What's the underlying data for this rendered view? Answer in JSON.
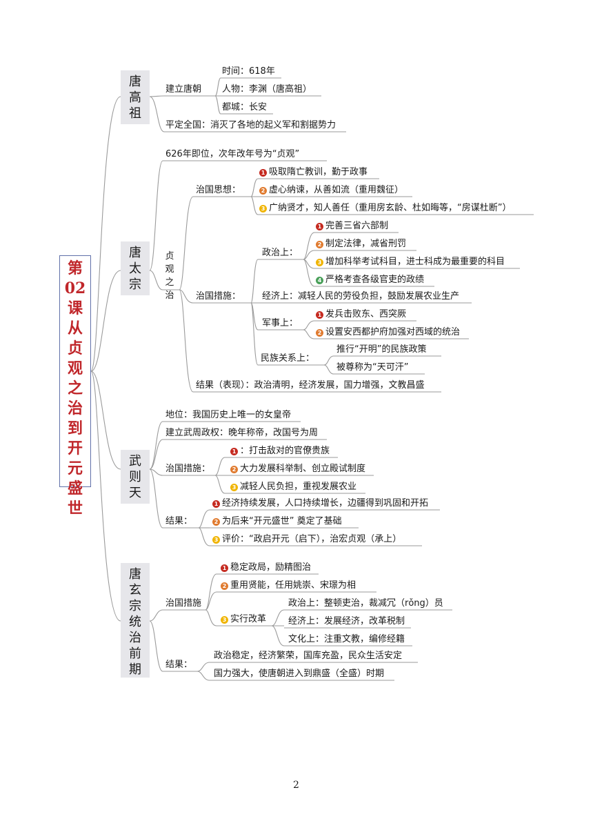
{
  "title": "第\n02\n课\n从\n贞\n观\n之\n治\n到\n开\n元\n盛\n世",
  "page_number": "2",
  "emperors": {
    "gaozu": "唐\n高\n祖",
    "taizong": "唐\n太\n宗",
    "wuzetian": "武\n则\n天",
    "xuanzong": "唐\n玄\n宗\n统\n治\n前\n期"
  },
  "gaozu": {
    "found_label": "建立唐朝",
    "time": "时间：618年",
    "person": "人物：李渊（唐高祖）",
    "capital": "都城：长安",
    "unify": "平定全国：消灭了各地的起义军和割据势力"
  },
  "taizong": {
    "accession": "626年即位，次年改年号为“贞观”",
    "zhenguan": "贞\n观\n之\n治",
    "thought_label": "治国思想：",
    "thought": [
      "吸取隋亡教训，勤于政事",
      "虚心纳谏，从善如流（重用魏征）",
      "广纳贤才，知人善任（重用房玄龄、杜如晦等，“房谋杜断”）"
    ],
    "measures_label": "治国措施：",
    "politics_label": "政治上：",
    "politics": [
      "完善三省六部制",
      "制定法律，减省刑罚",
      "增加科举考试科目，进士科成为最重要的科目",
      "严格考查各级官吏的政绩"
    ],
    "economy": "经济上：减轻人民的劳役负担，鼓励发展农业生产",
    "military_label": "军事上：",
    "military": [
      "发兵击败东、西突厥",
      "设置安西都护府加强对西域的统治"
    ],
    "ethnic_label": "民族关系上：",
    "ethnic": [
      "推行“开明”的民族政策",
      "被尊称为“天可汗”"
    ],
    "result": "结果（表现）：政治清明，经济发展，国力增强，文教昌盛"
  },
  "wuzetian": {
    "status": "地位：我国历史上唯一的女皇帝",
    "regime": "建立武周政权：晚年称帝，改国号为周",
    "measures_label": "治国措施：",
    "measures": [
      "：打击敌对的官僚贵族",
      "大力发展科举制、创立殿试制度",
      "减轻人民负担，重视发展农业"
    ],
    "result_label": "结果：",
    "results": [
      "经济持续发展，人口持续增长，边疆得到巩固和开拓",
      "为后来“开元盛世” 奠定了基础",
      "评价：“政启开元（启下），治宏贞观（承上）"
    ]
  },
  "xuanzong": {
    "measures_label": "治国措施",
    "measures": [
      "稳定政局，励精图治",
      "重用贤能，任用姚崇、宋璟为相",
      "实行改革"
    ],
    "reform": [
      "政治上：整顿吏治，裁减冗（rǒng）员",
      "经济上：发展经济，改革税制",
      "文化上：注重文教，编修经籍"
    ],
    "result_label": "结果：",
    "results": [
      "政治稳定，经济繁荣，国库充盈，民众生活安定",
      "国力强大，使唐朝进入到鼎盛（全盛）时期"
    ]
  },
  "bullet_numbers": [
    "1",
    "2",
    "3",
    "4"
  ],
  "colors": {
    "title_red": "#c0262a",
    "frame_blue": "#5f6fa8",
    "badge_red": "#c52a20",
    "badge_orange": "#e07a2e",
    "badge_yellow": "#f0b400",
    "badge_green": "#4aa05a"
  }
}
